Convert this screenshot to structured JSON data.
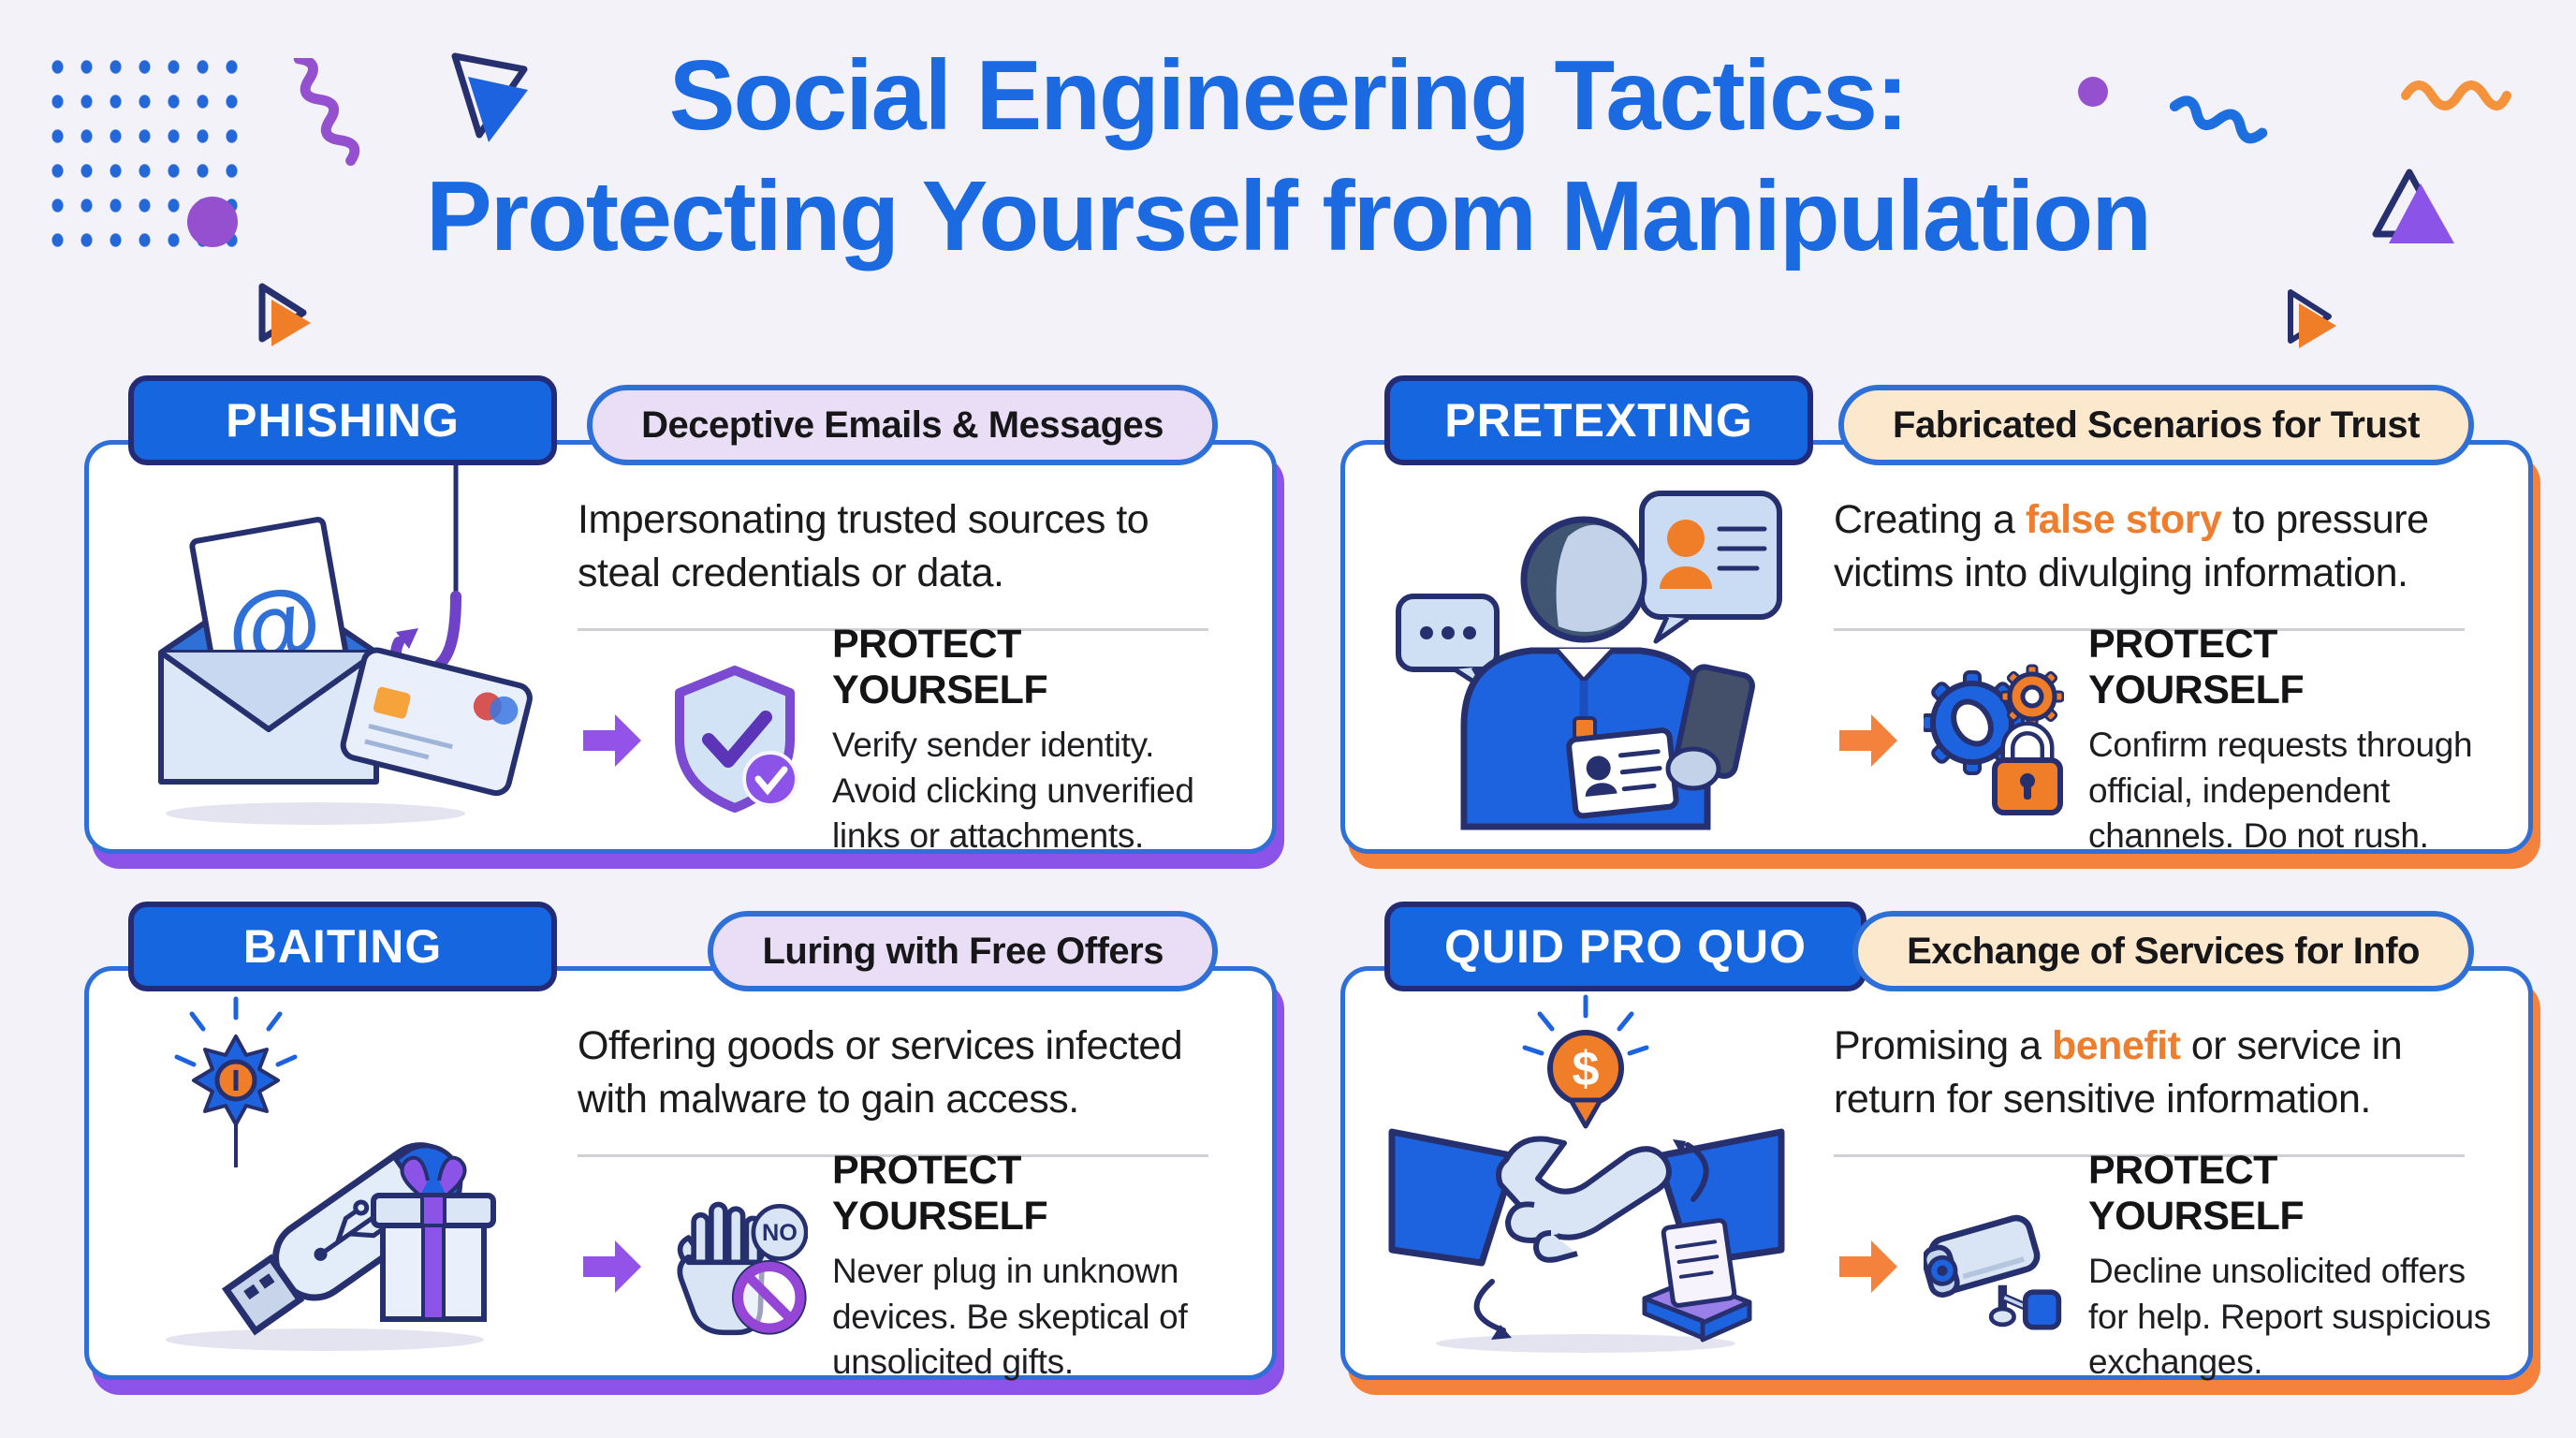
{
  "title": {
    "line1": "Social Engineering Tactics:",
    "line2": "Protecting Yourself from Manipulation"
  },
  "colors": {
    "background": "#f3f2f9",
    "title_blue": "#1b6ae1",
    "badge_blue": "#1667df",
    "badge_border_navy": "#232b77",
    "card_border_blue": "#2f6fd8",
    "pill_lavender": "#e9def5",
    "pill_cream": "#fce8cc",
    "accent_purple": "#8b53e8",
    "accent_orange": "#f5823c",
    "highlight_orange": "#ee7d2e",
    "icon_blue": "#1d63e0",
    "outline_navy": "#27306e"
  },
  "cards": [
    {
      "tactic": "PHISHING",
      "subtitle": "Deceptive Emails & Messages",
      "desc_before": "Impersonating trusted sources to steal credentials or data.",
      "desc_highlight": "",
      "desc_after": "",
      "protect_heading": "PROTECT YOURSELF",
      "protect_body": "Verify sender identity. Avoid clicking unverified links or attachments.",
      "illustration": "email-hook-credit-card",
      "protect_icon": "shield-check",
      "accent": "purple"
    },
    {
      "tactic": "PRETEXTING",
      "subtitle": "Fabricated Scenarios for Trust",
      "desc_before": "Creating a ",
      "desc_highlight": "false story",
      "desc_after": " to pressure victims into divulging information.",
      "protect_heading": "PROTECT YOURSELF",
      "protect_body": "Confirm requests through official, independent channels. Do not rush.",
      "illustration": "impersonator-id-phone",
      "protect_icon": "gears-lock",
      "accent": "orange"
    },
    {
      "tactic": "BAITING",
      "subtitle": "Luring with Free Offers",
      "desc_before": "Offering goods or services infected with malware to gain access.",
      "desc_highlight": "",
      "desc_after": "",
      "protect_heading": "PROTECT YOURSELF",
      "protect_body": "Never plug in unknown devices. Be skeptical of unsolicited gifts.",
      "illustration": "usb-malware-gift",
      "protect_icon": "hand-no",
      "accent": "purple"
    },
    {
      "tactic": "QUID PRO QUO",
      "subtitle": "Exchange of Services for Info",
      "desc_before": "Promising a ",
      "desc_highlight": "benefit",
      "desc_after": " or service in return for sensitive information.",
      "protect_heading": "PROTECT YOURSELF",
      "protect_body": "Decline unsolicited offers for help. Report suspicious exchanges.",
      "illustration": "handshake-dollar-document",
      "protect_icon": "security-camera",
      "accent": "orange"
    }
  ]
}
